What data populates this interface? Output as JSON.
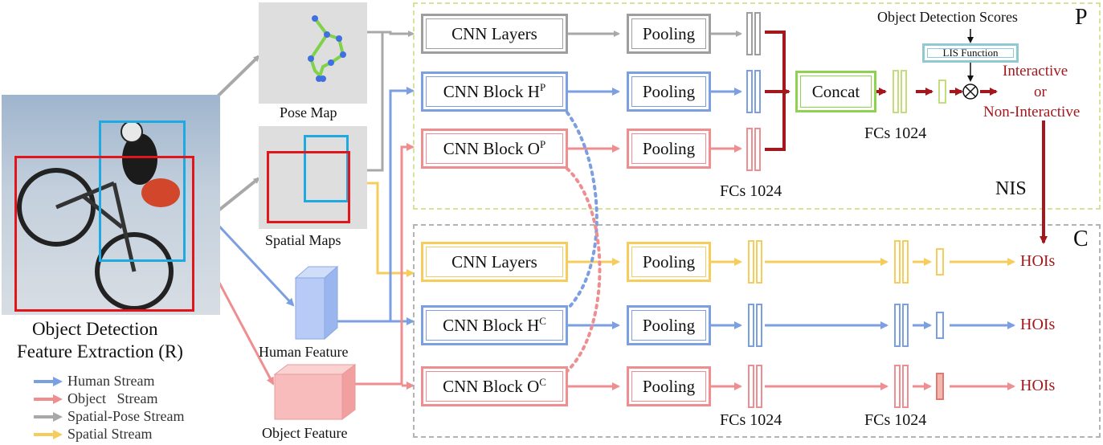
{
  "regions": {
    "p_label": "P",
    "c_label": "C"
  },
  "input": {
    "caption_line1": "Object Detection",
    "caption_line2": "Feature Extraction (R)"
  },
  "maps": {
    "pose": "Pose Map",
    "spatial": "Spatial Maps"
  },
  "features": {
    "human": "Human Feature",
    "object": "Object Feature"
  },
  "p_branch": {
    "cnn_layers": "CNN Layers",
    "cnn_block_h": "CNN Block H",
    "cnn_block_h_sup": "P",
    "cnn_block_o": "CNN Block O",
    "cnn_block_o_sup": "P",
    "pooling": "Pooling",
    "concat": "Concat",
    "fcs_left": "FCs 1024",
    "fcs_right": "FCs 1024",
    "lis": "LIS Function",
    "obj_scores": "Object Detection Scores",
    "output_line1": "Interactive",
    "output_line2": "or",
    "output_line3": "Non-Interactive",
    "nis": "NIS"
  },
  "c_branch": {
    "cnn_layers": "CNN Layers",
    "cnn_block_h": "CNN Block H",
    "cnn_block_h_sup": "C",
    "cnn_block_o": "CNN Block O",
    "cnn_block_o_sup": "C",
    "pooling": "Pooling",
    "fcs_left": "FCs 1024",
    "fcs_right": "FCs 1024",
    "hoi_1": "HOIs",
    "hoi_2": "HOIs",
    "hoi_3": "HOIs"
  },
  "legend": [
    {
      "label": "Human Stream",
      "color": "#7b9fe0"
    },
    {
      "label": "Object   Stream",
      "color": "#ef8e90"
    },
    {
      "label": "Spatial-Pose Stream",
      "color": "#a8a8a8"
    },
    {
      "label": "Spatial Stream",
      "color": "#f6cd5c"
    }
  ],
  "colors": {
    "human": "#7b9fe0",
    "object": "#ef8e90",
    "pose": "#9e9e9e",
    "spatial": "#f6cd5c",
    "concat": "#8fd24f",
    "main_red": "#a3181c",
    "human_box": "#20a8e0",
    "object_box": "#e0161a"
  }
}
